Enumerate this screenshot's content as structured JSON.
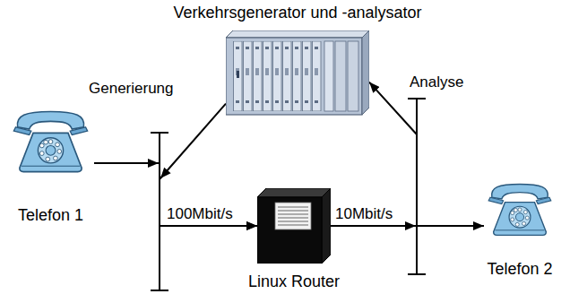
{
  "diagram": {
    "nodes": [
      {
        "text": [
          "Verkehrsgenerator und -analysator"
        ]
      },
      {
        "text": [
          "Telefon 1"
        ]
      },
      {
        "text": [
          "Linux Router"
        ]
      },
      {
        "text": [
          "Telefon 2"
        ]
      }
    ],
    "edges": [
      {
        "from": 0,
        "to": 2,
        "arrow": "to",
        "label": "Generierung"
      },
      {
        "from": 1,
        "to": 2,
        "arrow": "to",
        "label": "100Mbit/s"
      },
      {
        "from": 2,
        "to": 3,
        "arrow": "to",
        "label": "10Mbit/s"
      },
      {
        "from": 2,
        "to": 0,
        "arrow": "to",
        "label": "Analyse"
      }
    ]
  }
}
